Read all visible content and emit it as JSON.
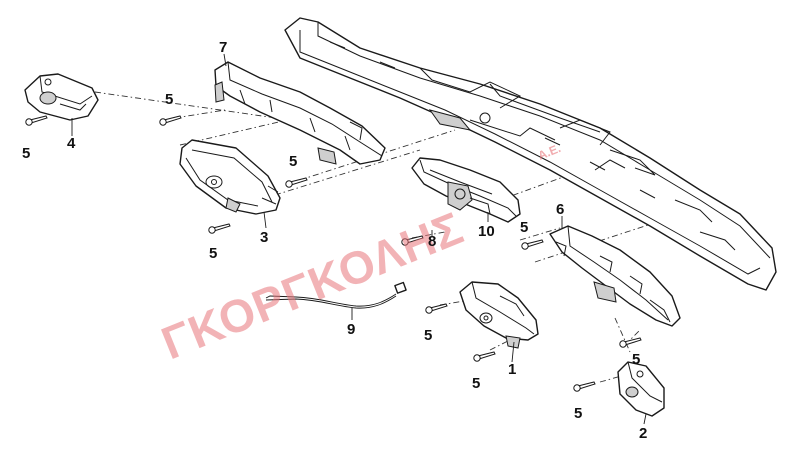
{
  "watermark": {
    "text": "ΓΚΟΡΓΚΟΛΗΣ",
    "suffix": "Α.Ε.",
    "color": "#e8747a"
  },
  "callouts": {
    "c1": "1",
    "c2": "2",
    "c3": "3",
    "c4": "4",
    "c6": "6",
    "c7": "7",
    "c8": "8",
    "c9": "9",
    "c10": "10",
    "s_a": "5",
    "s_b": "5",
    "s_c": "5",
    "s_d": "5",
    "s_e": "5",
    "s_f": "5",
    "s_g": "5",
    "s_h": "5",
    "s_i": "5"
  }
}
